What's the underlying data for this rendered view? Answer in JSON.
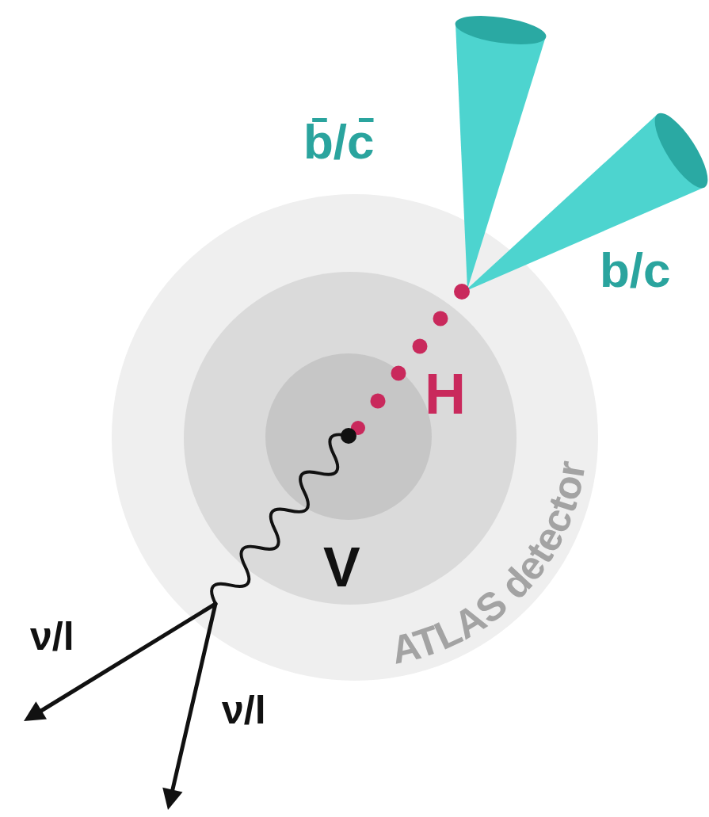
{
  "diagram": {
    "labels": [
      "b̄/c̄",
      "b/c",
      "H",
      "V",
      "ATLAS detector",
      "ν/l",
      "ν/l"
    ]
  }
}
